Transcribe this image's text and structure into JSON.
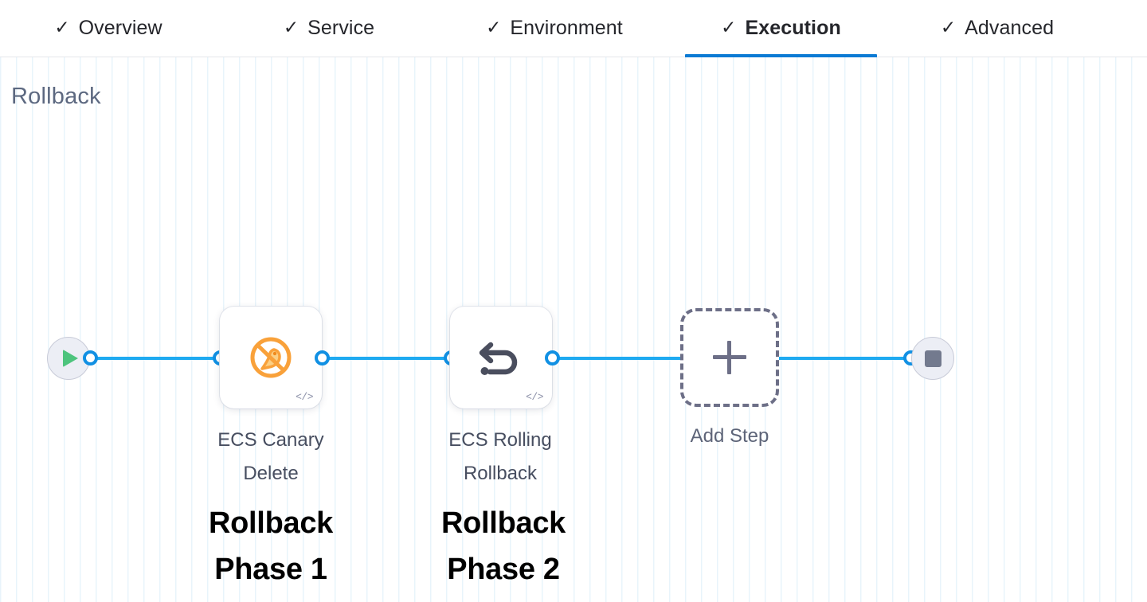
{
  "tabs": [
    {
      "label": "Overview",
      "icon": "check-icon",
      "checked": true,
      "active": false
    },
    {
      "label": "Service",
      "icon": "check-icon",
      "checked": true,
      "active": false
    },
    {
      "label": "Environment",
      "icon": "check-icon",
      "checked": true,
      "active": false
    },
    {
      "label": "Execution",
      "icon": "check-icon",
      "checked": true,
      "active": true
    },
    {
      "label": "Advanced",
      "icon": "check-icon",
      "checked": true,
      "active": false
    }
  ],
  "canvas": {
    "title": "Rollback",
    "start_node": {
      "name": "start-node",
      "icon": "play-icon"
    },
    "end_node": {
      "name": "end-node",
      "icon": "stop-icon"
    },
    "steps": [
      {
        "label": "ECS Canary\nDelete",
        "icon": "ecs-canary-delete-icon",
        "badge": "</>",
        "annotation": "Rollback\nPhase 1"
      },
      {
        "label": "ECS Rolling\nRollback",
        "icon": "rollback-undo-icon",
        "badge": "</>",
        "annotation": "Rollback\nPhase 2"
      }
    ],
    "add_step": {
      "label": "Add Step",
      "icon": "plus-icon"
    }
  },
  "colors": {
    "accent_blue": "#0b7ad4",
    "wire_blue": "#1eaaf1",
    "port_blue": "#1190e3",
    "canary_orange": "#f7a93a",
    "rollback_gray": "#4a4e5e",
    "title_gray": "#5c6880",
    "play_green": "#4dc47d",
    "stop_gray": "#737a8e",
    "dashed_gray": "#6d6f87"
  }
}
